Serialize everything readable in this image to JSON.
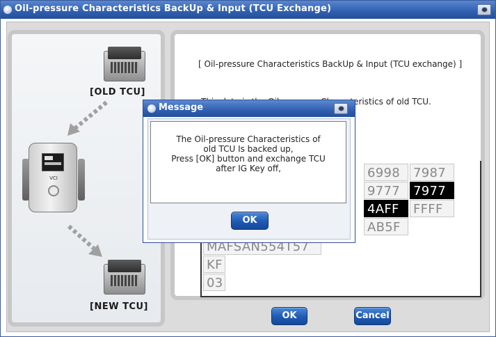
{
  "window": {
    "title": "Oil-pressure Characteristics BackUp & Input (TCU Exchange)",
    "camera_icon": "camera-icon"
  },
  "left": {
    "old_label": "[OLD TCU]",
    "new_label": "[NEW TCU]",
    "vci_logo": "VCI"
  },
  "right": {
    "heading": "[ Oil-pressure Characteristics BackUp & Input (TCU  exchange) ]",
    "background_text": "This data is the Oil-pressure Characteristics of old TCU."
  },
  "hex_table": {
    "grid_rows": [
      [
        {
          "text": "6998",
          "highlight": false
        },
        {
          "text": "7987",
          "highlight": false
        }
      ],
      [
        {
          "text": "9777",
          "highlight": false
        },
        {
          "text": "7977",
          "highlight": true
        }
      ],
      [
        {
          "text": "4AFF",
          "highlight": true
        },
        {
          "text": "FFFF",
          "highlight": false
        }
      ],
      [
        {
          "text": "AB5F",
          "highlight": false
        }
      ]
    ],
    "serial": "MAFSAN554T57",
    "code1": "KF",
    "code2": "03"
  },
  "dialog": {
    "title": "Message",
    "lines": [
      "The Oil-pressure Characteristics of",
      "old TCU Is backed up,",
      "Press [OK] button and  exchange TCU",
      "after IG Key off,"
    ],
    "ok_label": "OK"
  },
  "buttons": {
    "ok_label": "OK",
    "cancel_label": "Cancel"
  },
  "colors": {
    "title_bar": "#2f5fae",
    "button_blue": "#1f59b3",
    "highlight_cell": "#000000"
  }
}
